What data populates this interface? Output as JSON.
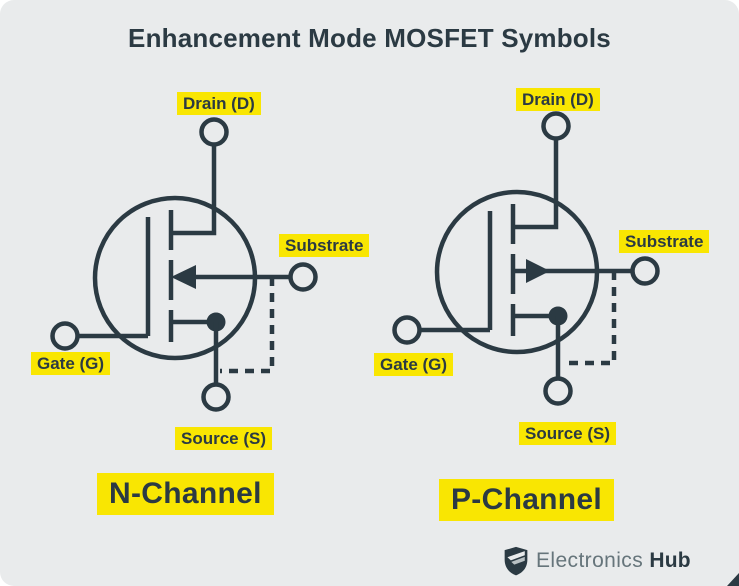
{
  "title": "Enhancement Mode MOSFET Symbols",
  "colors": {
    "ink": "#2b3a43",
    "highlight": "#f9e602",
    "background": "#e9ebec",
    "page": "#ffffff",
    "logo_gray": "#66757b"
  },
  "symbols": [
    {
      "id": "n-channel",
      "name": "N-Channel",
      "arrow_direction": "in",
      "terminals": {
        "drain": "Drain (D)",
        "gate": "Gate (G)",
        "source": "Source (S)",
        "substrate": "Substrate"
      }
    },
    {
      "id": "p-channel",
      "name": "P-Channel",
      "arrow_direction": "out",
      "terminals": {
        "drain": "Drain (D)",
        "gate": "Gate (G)",
        "source": "Source (S)",
        "substrate": "Substrate"
      }
    }
  ],
  "branding": {
    "name_regular": "Electronics",
    "name_bold": "Hub"
  }
}
